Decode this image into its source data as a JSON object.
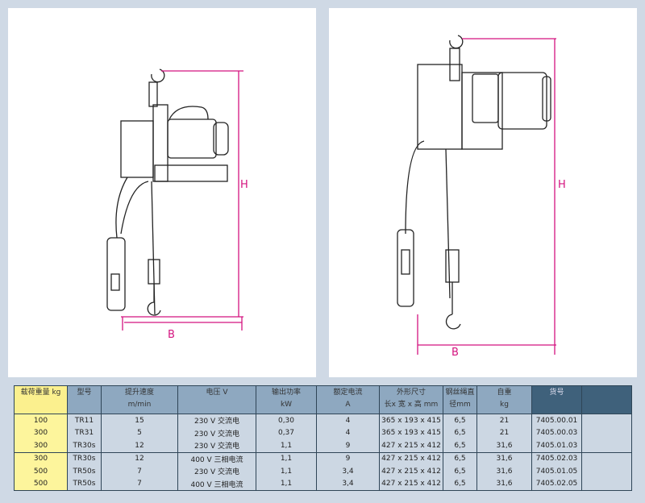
{
  "figures": {
    "left": {
      "height_label": "H",
      "width_label": "B"
    },
    "right": {
      "height_label": "H",
      "width_label": "B"
    }
  },
  "table": {
    "headers": [
      [
        "载荷重量  kg",
        ""
      ],
      [
        "型号",
        ""
      ],
      [
        "提升速度",
        "m/min"
      ],
      [
        "电压 V",
        ""
      ],
      [
        "输出功率",
        "kW"
      ],
      [
        "额定电流",
        "A"
      ],
      [
        "外形尺寸",
        "长x 宽 x 高 mm"
      ],
      [
        "钢丝绳直",
        "径mm"
      ],
      [
        "自重",
        "kg"
      ],
      [
        "货号",
        ""
      ],
      [
        "",
        ""
      ]
    ],
    "rows": [
      [
        "100",
        "TR11",
        "15",
        "230 V 交流电",
        "0,30",
        "4",
        "365 x 193 x 415",
        "6,5",
        "21",
        "7405.00.01",
        ""
      ],
      [
        "300",
        "TR31",
        "5",
        "230 V 交流电",
        "0,37",
        "4",
        "365 x 193 x 415",
        "6,5",
        "21",
        "7405.00.03",
        ""
      ],
      [
        "300",
        "TR30s",
        "12",
        "230 V 交流电",
        "1,1",
        "9",
        "427 x 215 x 412",
        "6,5",
        "31,6",
        "7405.01.03",
        ""
      ],
      [
        "300",
        "TR30s",
        "12",
        "400 V 三相电流",
        "1,1",
        "9",
        "427 x 215 x 412",
        "6,5",
        "31,6",
        "7405.02.03",
        ""
      ],
      [
        "500",
        "TR50s",
        "7",
        "230 V 交流电",
        "1,1",
        "3,4",
        "427 x 215 x 412",
        "6,5",
        "31,6",
        "7405.01.05",
        ""
      ],
      [
        "500",
        "TR50s",
        "7",
        "400 V 三相电流",
        "1,1",
        "3,4",
        "427 x 215 x 412",
        "6,5",
        "31,6",
        "7405.02.05",
        ""
      ]
    ]
  },
  "colors": {
    "dimension": "#d4137f",
    "header": "#8ea8c0",
    "header_dark": "#3f617b",
    "load_col": "#fdf59c",
    "background": "#cfd9e5"
  }
}
